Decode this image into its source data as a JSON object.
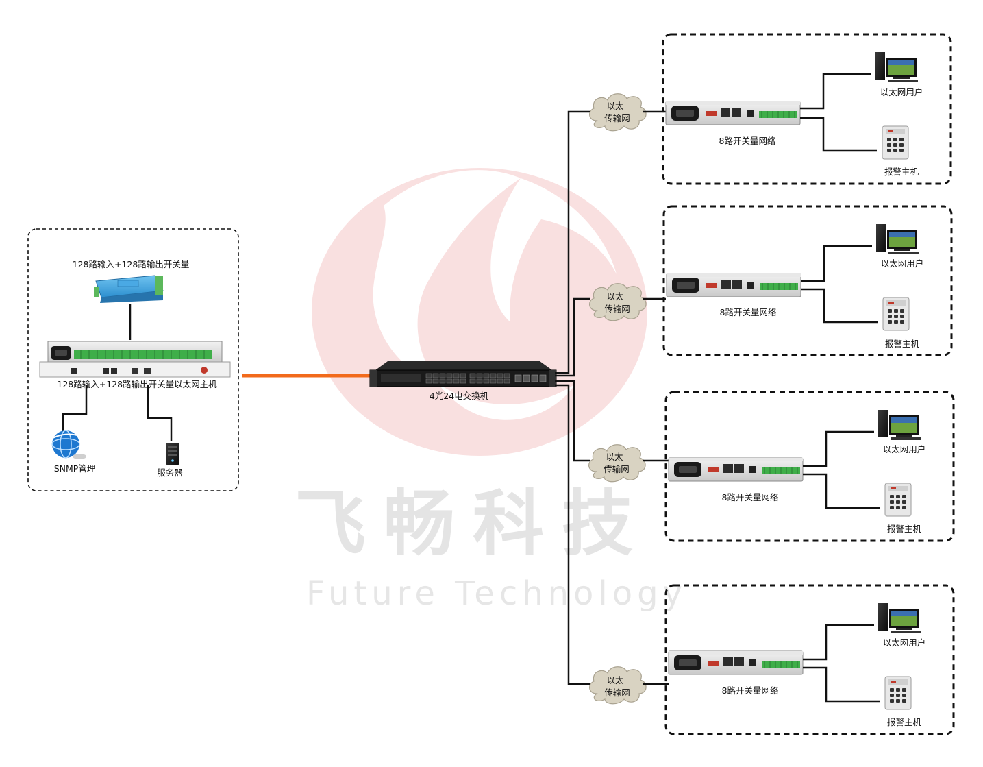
{
  "watermark": {
    "cn": "飞畅科技",
    "en": "Future Technology"
  },
  "host_group": {
    "io_module_label": "128路输入+128路输出开关量",
    "host_label": "128路输入+128路输出开关量以太网主机",
    "snmp_label": "SNMP管理",
    "server_label": "服务器"
  },
  "switch": {
    "label": "4光24电交换机"
  },
  "branches": [
    {
      "cloud_line1": "以太",
      "cloud_line2": "传输网",
      "device_label": "8路开关量网络",
      "user_label": "以太网用户",
      "alarm_label": "报警主机"
    },
    {
      "cloud_line1": "以太",
      "cloud_line2": "传输网",
      "device_label": "8路开关量网络",
      "user_label": "以太网用户",
      "alarm_label": "报警主机"
    },
    {
      "cloud_line1": "以太",
      "cloud_line2": "传输网",
      "device_label": "8路开关量网络",
      "user_label": "以太网用户",
      "alarm_label": "报警主机"
    },
    {
      "cloud_line1": "以太",
      "cloud_line2": "传输网",
      "device_label": "8路开关量网络",
      "user_label": "以太网用户",
      "alarm_label": "报警主机"
    }
  ],
  "colors": {
    "uplink": "#f26a1b",
    "lines": "#111111",
    "watermark_logo": "#f9dcdc",
    "cloud": "#d9d3c2",
    "terminal_green": "#3fae49"
  }
}
